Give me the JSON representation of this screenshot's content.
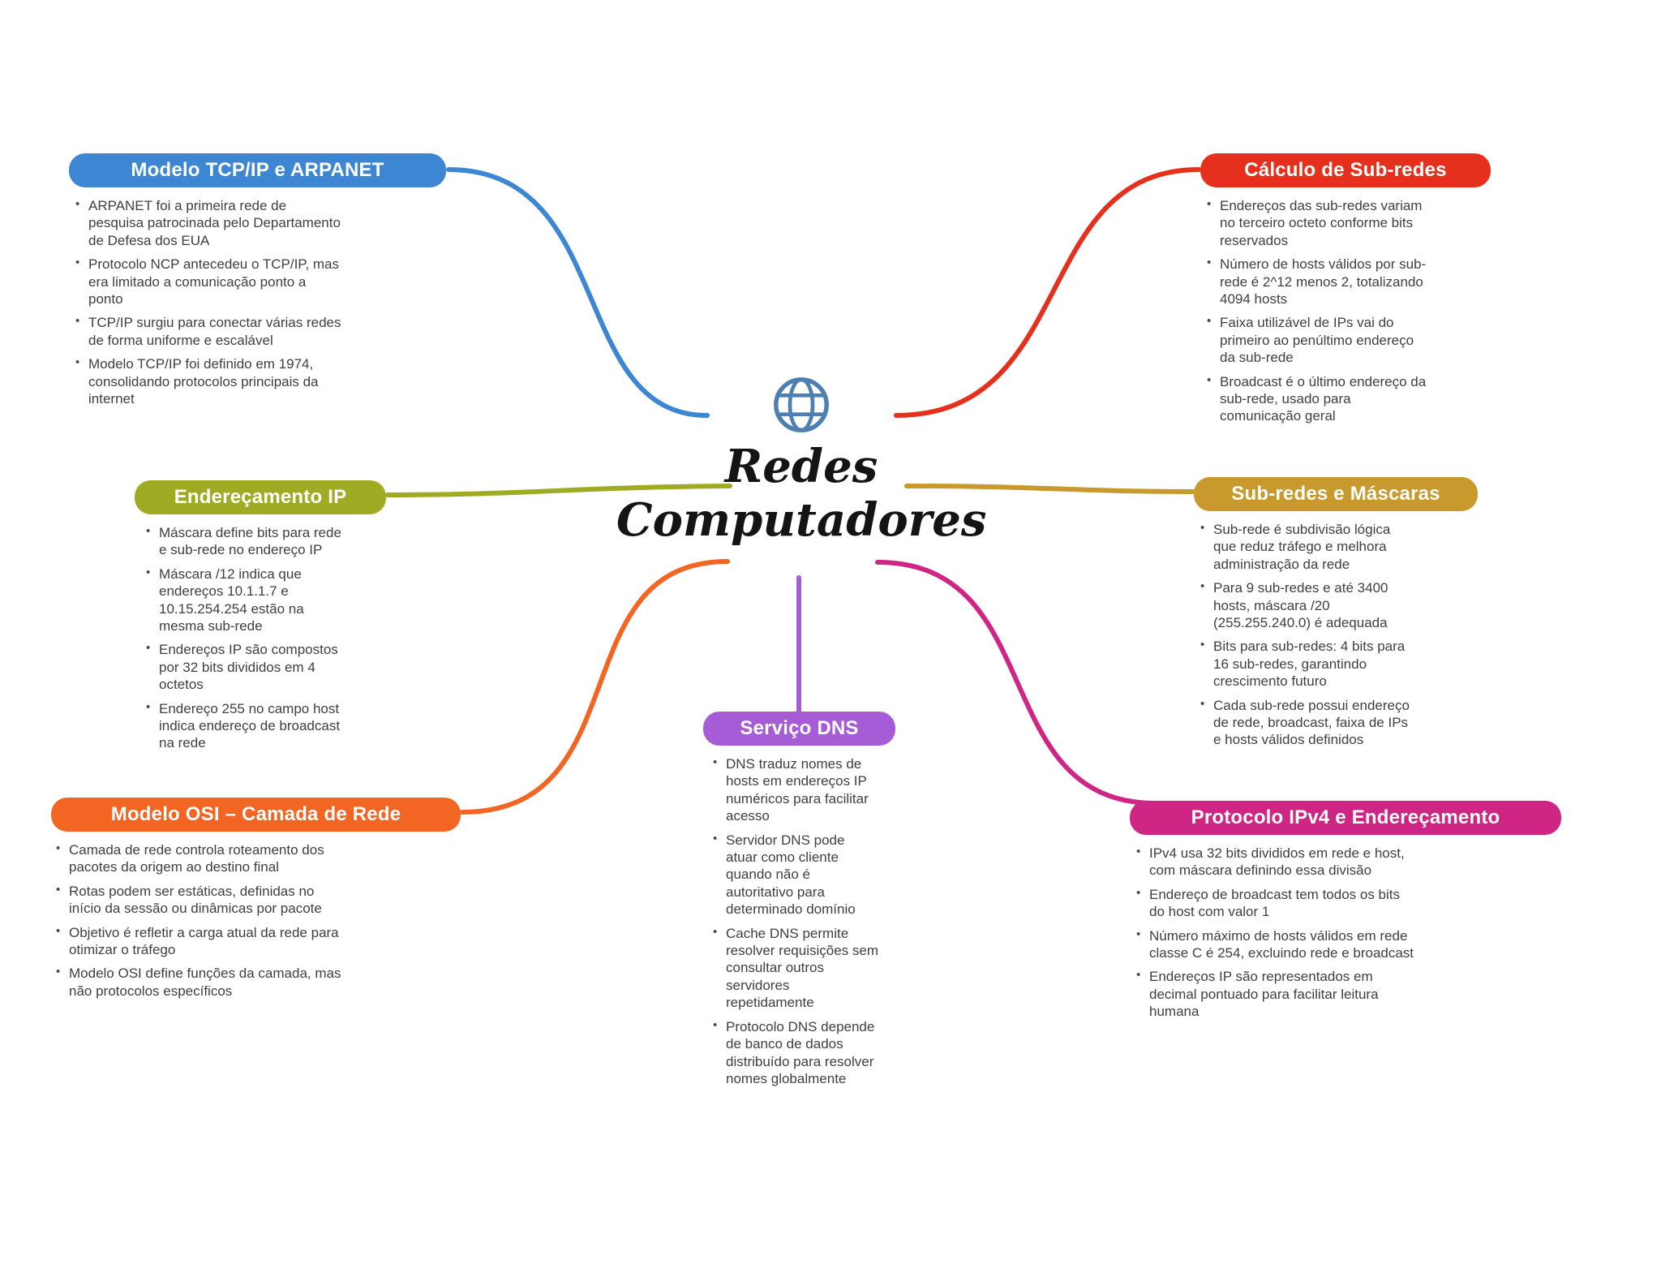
{
  "center": {
    "title_line1": "Redes",
    "title_line2": "Computadores",
    "globe_color": "#4d7fb0"
  },
  "branches": [
    {
      "id": "modelo-tcpip-arpanet",
      "title": "Modelo TCP/IP e ARPANET",
      "color": "#3d86d3",
      "bullets": [
        "ARPANET foi a primeira rede de pesquisa patrocinada pelo Departamento de Defesa dos EUA",
        "Protocolo NCP antecedeu o TCP/IP, mas era limitado a comunicação ponto a ponto",
        "TCP/IP surgiu para conectar várias redes de forma uniforme e escalável",
        "Modelo TCP/IP foi definido em 1974, consolidando protocolos principais da internet"
      ]
    },
    {
      "id": "calculo-sub-redes",
      "title": "Cálculo de Sub-redes",
      "color": "#e5301d",
      "bullets": [
        "Endereços das sub-redes variam no terceiro octeto conforme bits reservados",
        "Número de hosts válidos por sub-rede é 2^12 menos 2, totalizando 4094 hosts",
        "Faixa utilizável de IPs vai do primeiro ao penúltimo endereço da sub-rede",
        "Broadcast é o último endereço da sub-rede, usado para comunicação geral"
      ]
    },
    {
      "id": "enderecamento-ip",
      "title": "Endereçamento IP",
      "color": "#a0ab24",
      "bullets": [
        "Máscara define bits para rede e sub-rede no endereço IP",
        "Máscara /12 indica que endereços 10.1.1.7 e 10.15.254.254 estão na mesma sub-rede",
        "Endereços IP são compostos por 32 bits divididos em 4 octetos",
        "Endereço 255 no campo host indica endereço de broadcast na rede"
      ]
    },
    {
      "id": "sub-redes-mascaras",
      "title": "Sub-redes e Máscaras",
      "color": "#c8992d",
      "bullets": [
        "Sub-rede é subdivisão lógica que reduz tráfego e melhora administração da rede",
        "Para 9 sub-redes e até 3400 hosts, máscara /20 (255.255.240.0) é adequada",
        "Bits para sub-redes: 4 bits para 16 sub-redes, garantindo crescimento futuro",
        "Cada sub-rede possui endereço de rede, broadcast, faixa de IPs e hosts válidos definidos"
      ]
    },
    {
      "id": "modelo-osi-camada-rede",
      "title": "Modelo OSI – Camada de Rede",
      "color": "#f26522",
      "bullets": [
        "Camada de rede controla roteamento dos pacotes da origem ao destino final",
        "Rotas podem ser estáticas, definidas no início da sessão ou dinâmicas por pacote",
        "Objetivo é refletir a carga atual da rede para otimizar o tráfego",
        "Modelo OSI define funções da camada, mas não protocolos específicos"
      ]
    },
    {
      "id": "servico-dns",
      "title": "Serviço DNS",
      "color": "#a55cd6",
      "bullets": [
        "DNS traduz nomes de hosts em endereços IP numéricos para facilitar acesso",
        "Servidor DNS pode atuar como cliente quando não é autoritativo para determinado domínio",
        "Cache DNS permite resolver requisições sem consultar outros servidores repetidamente",
        "Protocolo DNS depende de banco de dados distribuído para resolver nomes globalmente"
      ]
    },
    {
      "id": "protocolo-ipv4",
      "title": "Protocolo IPv4 e Endereçamento",
      "color": "#cf2585",
      "bullets": [
        "IPv4 usa 32 bits divididos em rede e host, com máscara definindo essa divisão",
        "Endereço de broadcast tem todos os bits do host com valor 1",
        "Número máximo de hosts válidos em rede classe C é 254, excluindo rede e broadcast",
        "Endereços IP são representados em decimal pontuado para facilitar leitura humana"
      ]
    }
  ]
}
